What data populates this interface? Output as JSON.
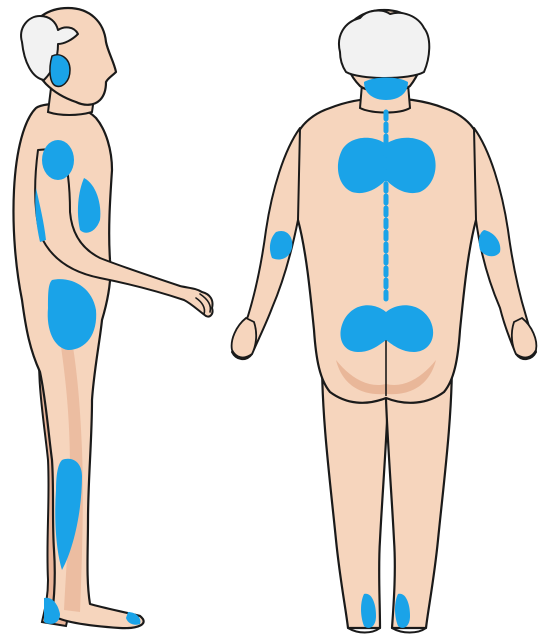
{
  "colors": {
    "background": "#ffffff",
    "skin": "#f6d5bd",
    "skin_light": "#fbe6d6",
    "skin_shadow": "#e4a98a",
    "outline": "#1a1a1a",
    "hair": "#f2f2f2",
    "hair_shadow": "#d6d6d6",
    "highlight": "#1aa3e8"
  },
  "figures": [
    {
      "id": "side-view",
      "view": "side",
      "highlighted_regions": [
        "ear",
        "shoulder",
        "elbow-upper-arm",
        "hip-buttock",
        "shin",
        "heel"
      ]
    },
    {
      "id": "back-view",
      "view": "back",
      "highlighted_regions": [
        "back-of-head",
        "upper-back",
        "spine",
        "right-elbow",
        "left-elbow",
        "sacrum-buttocks",
        "right-heel",
        "left-heel"
      ]
    }
  ]
}
